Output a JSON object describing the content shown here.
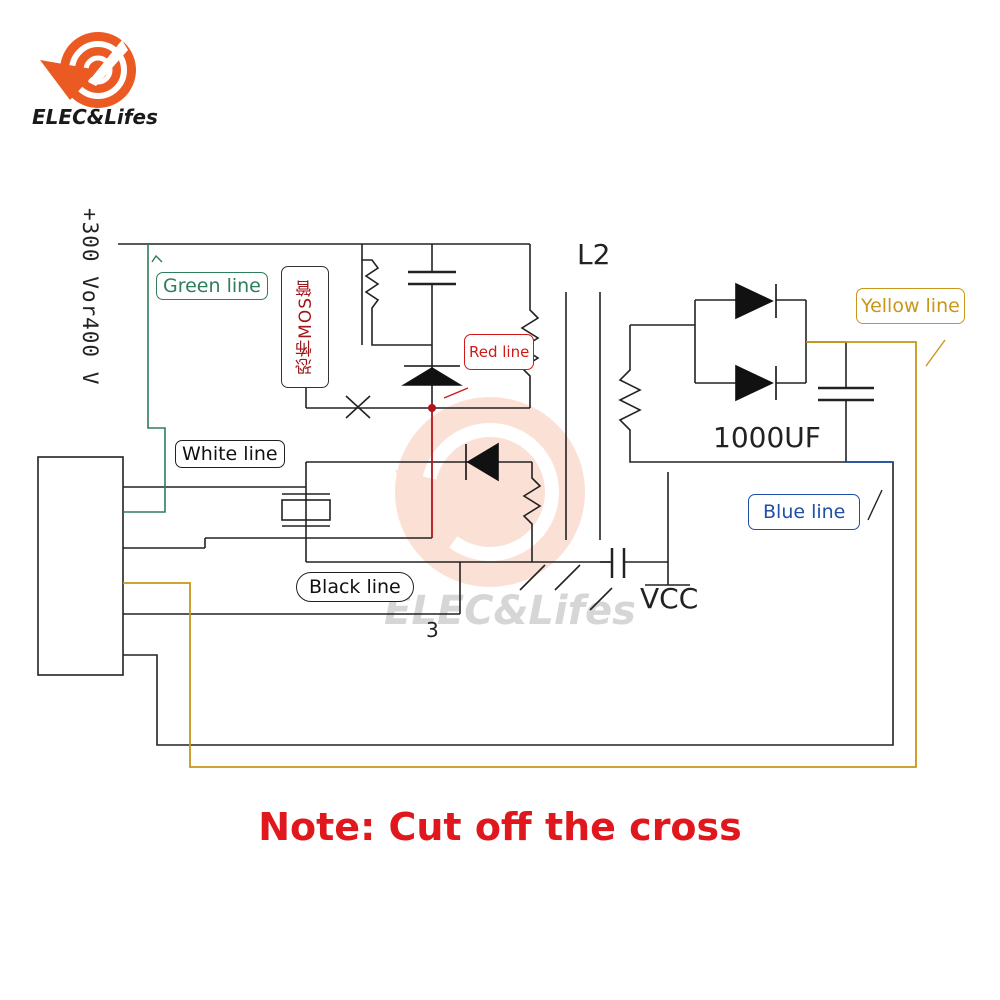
{
  "brand": {
    "name": "ELEC&Lifes",
    "logo_icon": "target-arrow-logo",
    "logo_color": "#ec5a24"
  },
  "supply": {
    "voltage_text": "+300 Vor400 V"
  },
  "labels": {
    "green_line": "Green line",
    "white_line": "White line",
    "red_line": "Red line",
    "yellow_line": "Yellow line",
    "blue_line": "Blue line",
    "black_line": "Black line"
  },
  "components": {
    "mos_label": "恐怖MOS管",
    "inductor": "L2",
    "capacitor": "1000UF",
    "vcc": "VCC",
    "pin": "3"
  },
  "watermark": "ELEC&Lifes",
  "note": "Note: Cut off the cross",
  "colors": {
    "green": "#2e7d5b",
    "red": "#d01818",
    "yellow": "#c8961a",
    "blue": "#1f4fa8",
    "black": "#222222",
    "note": "#e0171c"
  }
}
